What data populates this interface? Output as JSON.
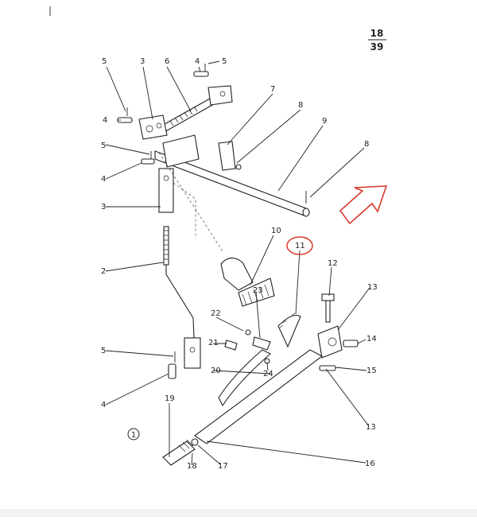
{
  "page": {
    "current": "18",
    "total": "39"
  },
  "figure_marker": "1",
  "highlight_color": "#d93a2b",
  "highlighted_part": "11",
  "callouts": {
    "c5a": "5",
    "c3a": "3",
    "c6": "6",
    "c4a": "4",
    "c5b": "5",
    "c4b": "4",
    "c7": "7",
    "c8a": "8",
    "c9": "9",
    "c5c": "5",
    "c8b": "8",
    "c4c": "4",
    "c3b": "3",
    "c10": "10",
    "c11": "11",
    "c2": "2",
    "c12": "12",
    "c13a": "13",
    "c22": "22",
    "c23": "23",
    "c14": "14",
    "c21": "21",
    "c5d": "5",
    "c15": "15",
    "c20": "20",
    "c24": "24",
    "c4d": "4",
    "c13b": "13",
    "c19": "19",
    "c16": "16",
    "c18": "18",
    "c17": "17"
  }
}
